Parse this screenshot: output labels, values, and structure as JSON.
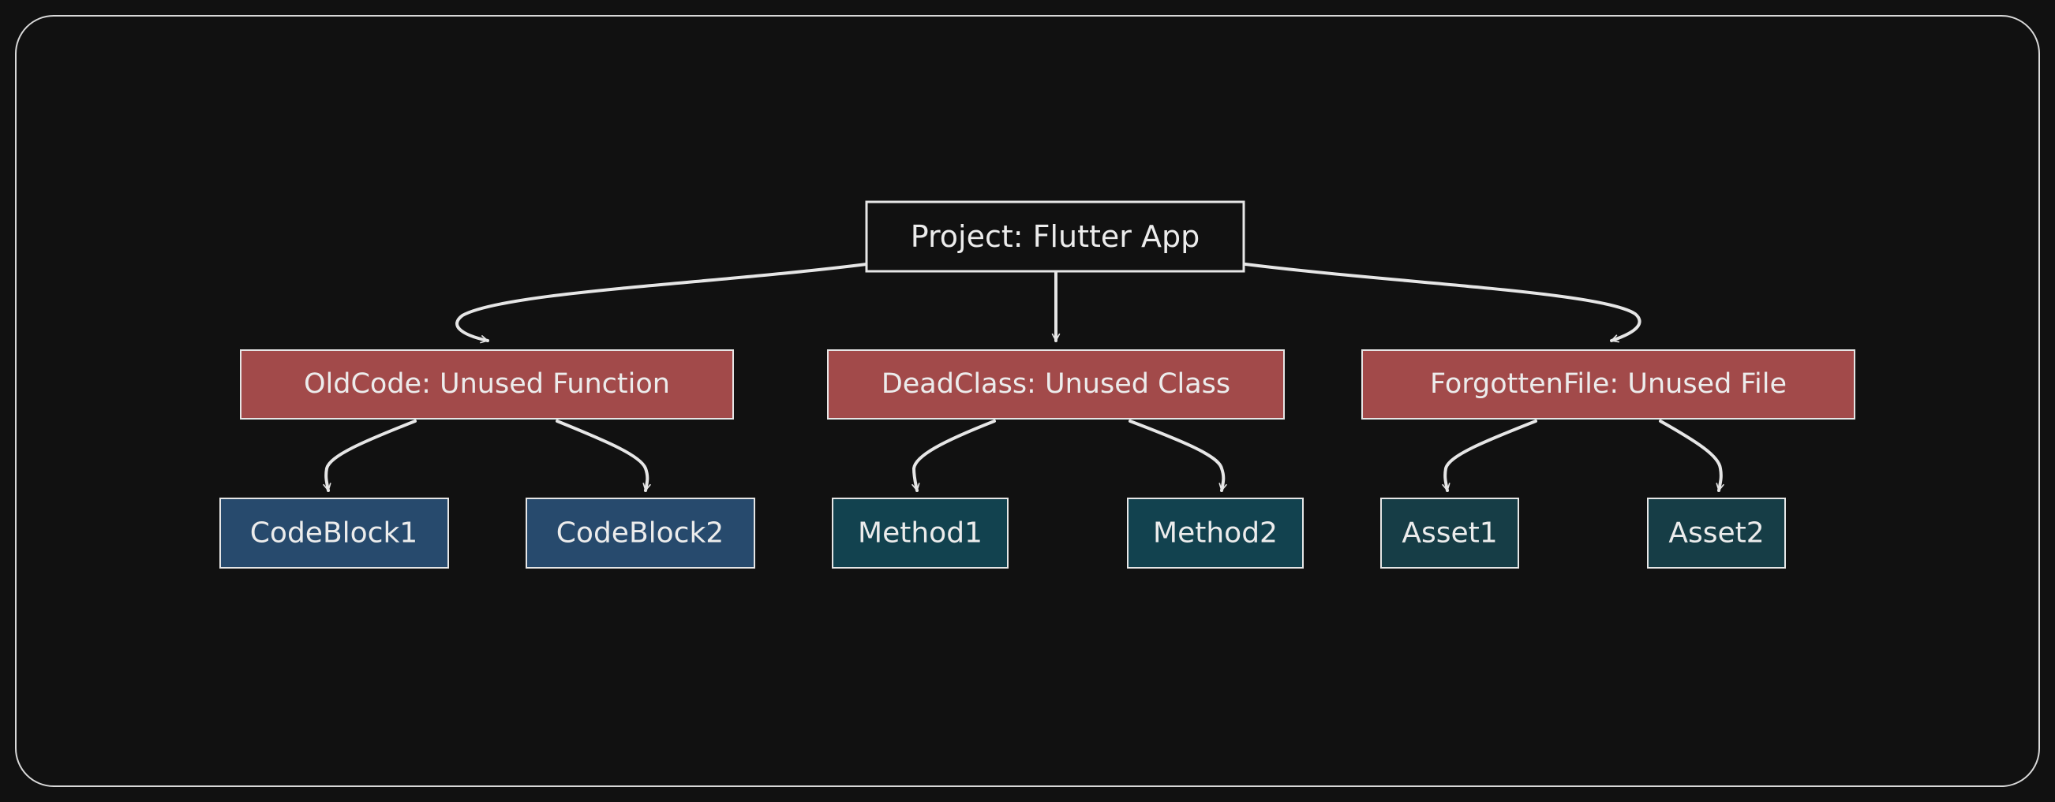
{
  "colors": {
    "background": "#111111",
    "frame_stroke": "#d9d9d9",
    "line": "#e6e6e6",
    "text": "#ececec",
    "root_fill": "#111111",
    "level1_fill": "#a24a4a",
    "code_fill": "#274a6d",
    "method_fill": "#12424f",
    "asset_fill": "#163d46"
  },
  "root": {
    "label": "Project: Flutter App"
  },
  "categories": [
    {
      "label": "OldCode: Unused Function",
      "children": [
        {
          "label": "CodeBlock1"
        },
        {
          "label": "CodeBlock2"
        }
      ]
    },
    {
      "label": "DeadClass: Unused Class",
      "children": [
        {
          "label": "Method1"
        },
        {
          "label": "Method2"
        }
      ]
    },
    {
      "label": "ForgottenFile: Unused File",
      "children": [
        {
          "label": "Asset1"
        },
        {
          "label": "Asset2"
        }
      ]
    }
  ]
}
